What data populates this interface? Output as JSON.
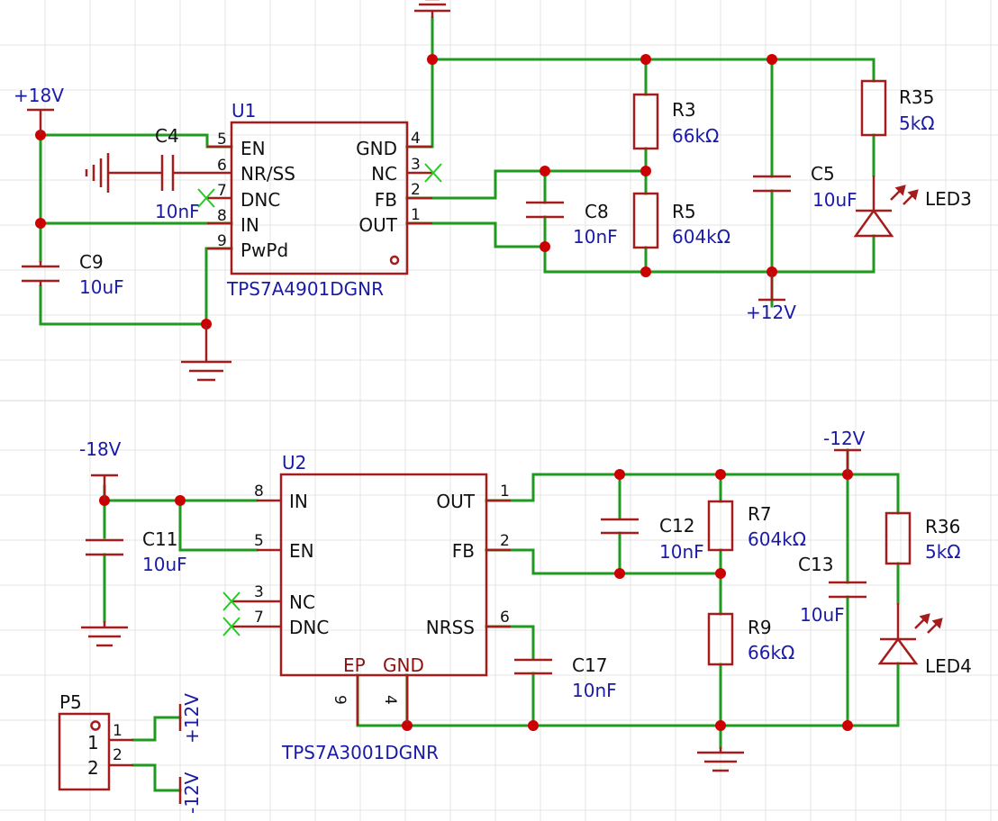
{
  "power_labels": {
    "p18": "+18V",
    "p12": "+12V",
    "n18": "-18V",
    "n12": "-12V",
    "p5_p12": "+12V",
    "p5_n12": "-12V"
  },
  "u1": {
    "designator": "U1",
    "part": "TPS7A4901DGNR",
    "pins_left": [
      {
        "num": "5",
        "name": "EN"
      },
      {
        "num": "6",
        "name": "NR/SS"
      },
      {
        "num": "7",
        "name": "DNC"
      },
      {
        "num": "8",
        "name": "IN"
      },
      {
        "num": "9",
        "name": "PwPd"
      }
    ],
    "pins_right": [
      {
        "num": "4",
        "name": "GND"
      },
      {
        "num": "3",
        "name": "NC"
      },
      {
        "num": "2",
        "name": "FB"
      },
      {
        "num": "1",
        "name": "OUT"
      }
    ]
  },
  "u2": {
    "designator": "U2",
    "part": "TPS7A3001DGNR",
    "pins_left": [
      {
        "num": "8",
        "name": "IN"
      },
      {
        "num": "5",
        "name": "EN"
      },
      {
        "num": "3",
        "name": "NC"
      },
      {
        "num": "7",
        "name": "DNC"
      }
    ],
    "pins_right": [
      {
        "num": "1",
        "name": "OUT"
      },
      {
        "num": "2",
        "name": "FB"
      },
      {
        "num": "6",
        "name": "NRSS"
      }
    ],
    "pins_bottom": [
      {
        "num": "9",
        "name": "EP"
      },
      {
        "num": "4",
        "name": "GND"
      }
    ]
  },
  "components": {
    "c4": {
      "ref": "C4",
      "value": "10nF"
    },
    "c9": {
      "ref": "C9",
      "value": "10uF"
    },
    "c8": {
      "ref": "C8",
      "value": "10nF"
    },
    "r3": {
      "ref": "R3",
      "value": "66kΩ"
    },
    "r5": {
      "ref": "R5",
      "value": "604kΩ"
    },
    "c5": {
      "ref": "C5",
      "value": "10uF"
    },
    "r35": {
      "ref": "R35",
      "value": "5kΩ"
    },
    "led3": {
      "ref": "LED3"
    },
    "c11": {
      "ref": "C11",
      "value": "10uF"
    },
    "c12": {
      "ref": "C12",
      "value": "10nF"
    },
    "r7": {
      "ref": "R7",
      "value": "604kΩ"
    },
    "r9": {
      "ref": "R9",
      "value": "66kΩ"
    },
    "c13": {
      "ref": "C13",
      "value": "10uF"
    },
    "c17": {
      "ref": "C17",
      "value": "10nF"
    },
    "r36": {
      "ref": "R36",
      "value": "5kΩ"
    },
    "led4": {
      "ref": "LED4"
    }
  },
  "p5": {
    "ref": "P5",
    "pins": [
      {
        "num": "1",
        "label": "1"
      },
      {
        "num": "2",
        "label": "2"
      }
    ]
  },
  "colors": {
    "wire": "#1f9a1f",
    "part": "#a51c1c",
    "junction": "#cc0000",
    "label": "#1a1aa8",
    "no_connect": "#22cc22"
  }
}
